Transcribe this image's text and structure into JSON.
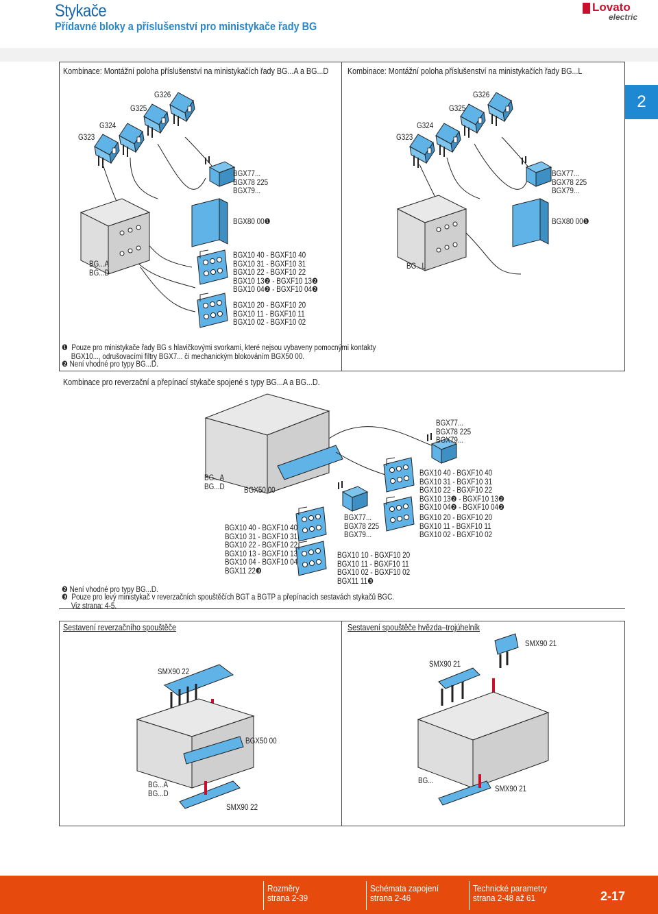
{
  "header": {
    "title": "Stykače",
    "subtitle": "Přídavné bloky a příslušenství pro ministykače řady BG",
    "logo_top": "Lovato",
    "logo_bottom": "electric"
  },
  "side_tab": "2",
  "top_left": {
    "heading": "Kombinace: Montážní poloha příslušenství na ministykačích řady BG...A a BG...D",
    "g323": "G323",
    "g324": "G324",
    "g325": "G325",
    "g326": "G326",
    "bgx77": "BGX77...\nBGX78 225\nBGX79...",
    "bgx80": "BGX80 00❶",
    "bg_model": "BG...A\nBG...D",
    "aux_top": "BGX10 40 - BGXF10 40\nBGX10 31 - BGXF10 31\nBGX10 22 - BGXF10 22\nBGX10 13❷ - BGXF10 13❷\nBGX10 04❷ - BGXF10 04❷",
    "aux_bottom": "BGX10 20 - BGXF10 20\nBGX10 11 - BGXF10 11\nBGX10 02 - BGXF10 02"
  },
  "top_right": {
    "heading": "Kombinace: Montážní poloha příslušenství na ministykačích řady BG...L",
    "g323": "G323",
    "g324": "G324",
    "g325": "G325",
    "g326": "G326",
    "bgx77": "BGX77...\nBGX78 225\nBGX79...",
    "bgx80": "BGX80 00❶",
    "bg_model": "BG...L"
  },
  "notes_top": {
    "n1": "❶  Pouze pro ministykače řady BG s hlavičkovými svorkami, které nejsou vybaveny pomocnými kontakty\n     BGX10..., odrušovacími filtry BGX7... či mechanickým blokováním BGX50 00.",
    "n2": "❷  Není vhodné pro typy BG...D."
  },
  "middle": {
    "heading": "Kombinace pro reverzační a přepínací stykače spojené s typy BG...A a BG...D.",
    "bgx77": "BGX77...\nBGX78 225\nBGX79...",
    "bg_model": "BG...A\nBG...D",
    "bgx50": "BGX50 00",
    "aux_right_top": "BGX10 40 - BGXF10 40\nBGX10 31 - BGXF10 31\nBGX10 22 - BGXF10 22\nBGX10 13❷ - BGXF10 13❷\nBGX10 04❷ - BGXF10 04❷",
    "aux_right_bottom": "BGX10 20 - BGXF10 20\nBGX10 11 - BGXF10 11\nBGX10 02 - BGXF10 02",
    "aux_left": "BGX10 40 - BGXF10 40\nBGX10 31 - BGXF10 31\nBGX10 22 - BGXF10 22\nBGX10 13 - BGXF10 13\nBGX10 04 - BGXF10 04\nBGX11 22❸",
    "bgx77_b": "BGX77...\nBGX78 225\nBGX79...",
    "aux_center": "BGX10 10 - BGXF10 20\nBGX10 11 - BGXF10 11\nBGX10 02 - BGXF10 02\nBGX11 11❸",
    "n2": "❷  Není vhodné pro typy BG...D.",
    "n3": "❸  Pouze pro levý ministykač v reverzačních spouštěčích BGT a BGTP a přepínacích sestavách stykačů BGC.\n     Viz strana: 4-5."
  },
  "bottom_left": {
    "heading": "Sestavení reverzačního spouštěče",
    "smx22_top": "SMX90 22",
    "bgx50": "BGX50 00",
    "bg_model": "BG...A\nBG...D",
    "smx22_bottom": "SMX90 22"
  },
  "bottom_right": {
    "heading": "Sestavení spouštěče hvězda–trojúhelník",
    "smx21_top": "SMX90 21",
    "smx21_mid": "SMX90 21",
    "bg_model": "BG...",
    "smx21_bottom": "SMX90 21"
  },
  "footer": {
    "l1": "Rozměry",
    "l1b": "strana 2-39",
    "l2": "Schémata zapojení",
    "l2b": "strana 2-46",
    "l3": "Technické parametry",
    "l3b": "strana 2-48 až 61",
    "page": "2-17"
  },
  "colors": {
    "accent": "#2a86c8",
    "footer": "#e64a0c",
    "part_blue": "#5fb3e6"
  }
}
